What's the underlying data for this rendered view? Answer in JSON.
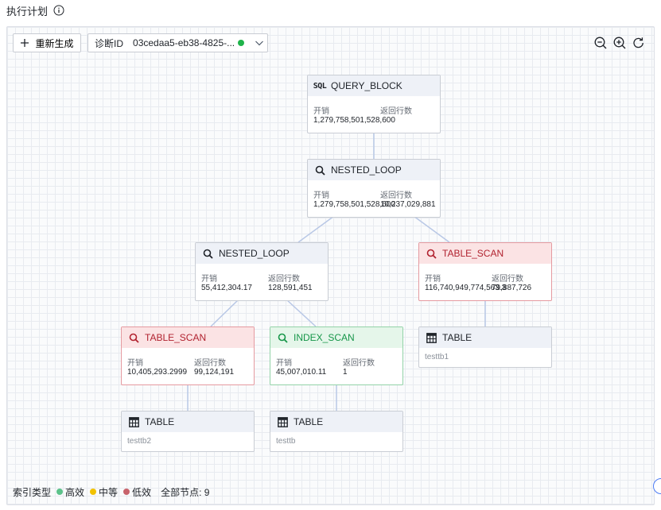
{
  "header": {
    "title": "执行计划",
    "info_icon": "info-circle-icon"
  },
  "toolbar": {
    "regenerate_label": "重新生成",
    "diagnosis_label": "诊断ID",
    "diagnosis_value": "03cedaa5-eb38-4825-...",
    "diagnosis_status_color": "#1fb34a",
    "zoom_out_icon": "zoom-out-icon",
    "zoom_in_icon": "zoom-in-icon",
    "refresh_icon": "refresh-icon"
  },
  "metric_labels": {
    "cost": "开销",
    "rows": "返回行数"
  },
  "nodes": {
    "query_block": {
      "title": "QUERY_BLOCK",
      "cost": "1,279,758,501,528,600",
      "rows": ""
    },
    "nested_loop_1": {
      "title": "NESTED_LOOP",
      "cost": "1,279,758,501,528,600",
      "rows": "10,237,029,881"
    },
    "nested_loop_2": {
      "title": "NESTED_LOOP",
      "cost": "55,412,304.17",
      "rows": "128,591,451"
    },
    "table_scan_1": {
      "title": "TABLE_SCAN",
      "cost": "116,740,949,774,563.3",
      "rows": "79,887,726"
    },
    "table_scan_2": {
      "title": "TABLE_SCAN",
      "cost": "10,405,293.2999",
      "rows": "99,124,191"
    },
    "index_scan": {
      "title": "INDEX_SCAN",
      "cost": "45,007,010.11",
      "rows": "1"
    },
    "table_1": {
      "title": "TABLE",
      "name": "testtb1"
    },
    "table_2": {
      "title": "TABLE",
      "name": "testtb2"
    },
    "table_3": {
      "title": "TABLE",
      "name": "testtb"
    }
  },
  "legend": {
    "label": "索引类型",
    "items": [
      {
        "label": "高效",
        "color": "#5cc28a"
      },
      {
        "label": "中等",
        "color": "#f2c200"
      },
      {
        "label": "低效",
        "color": "#c8636b"
      }
    ],
    "total_nodes": "全部节点: 9"
  },
  "colors": {
    "edge": "#b9c8e6",
    "accent": "#4c7cf5",
    "red_title": "#b1222f",
    "green_title": "#169649"
  }
}
